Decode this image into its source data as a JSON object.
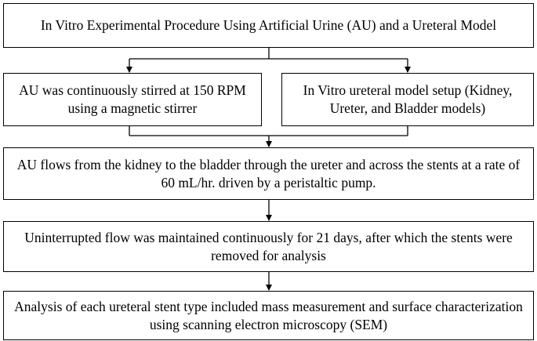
{
  "diagram": {
    "title_box": "In Vitro Experimental Procedure Using Artificial Urine (AU) and a Ureteral Model",
    "left_box": "AU was continuously stirred at 150 RPM using a magnetic stirrer",
    "right_box": "In Vitro ureteral model setup (Kidney, Ureter, and Bladder models)",
    "flow_box": "AU flows from the kidney to the bladder through the ureter and across the stents at a rate of 60 mL/hr. driven by a peristaltic pump.",
    "duration_box": "Uninterrupted flow was maintained continuously for 21 days, after which the stents were removed for analysis",
    "analysis_box": "Analysis of each ureteral stent type included mass measurement and surface characterization using scanning electron microscopy (SEM)",
    "colors": {
      "line": "#000000",
      "box_border": "#000000",
      "background": "#ffffff"
    }
  }
}
